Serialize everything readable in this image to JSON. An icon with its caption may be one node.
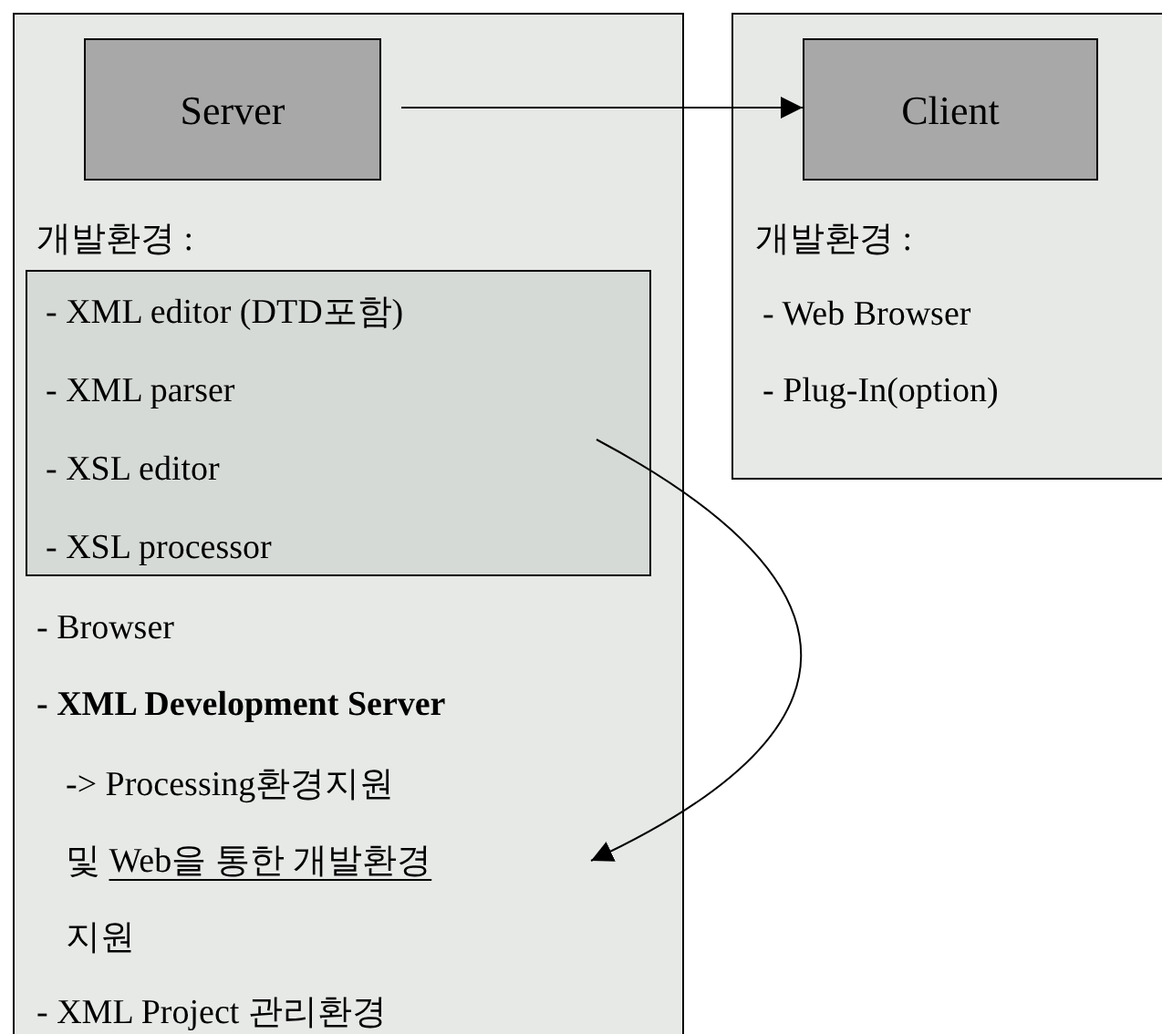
{
  "diagram": {
    "nodes": [
      {
        "text": [
          "개발환경 :",
          "- Browser",
          "- XML Development Server",
          "- XML Project 관리환경"
        ]
      },
      {
        "text": [
          "Server"
        ],
        "in": 0
      },
      {
        "text": [
          "- XML editor (DTD포함)",
          "- XML parser",
          "- XSL editor",
          "- XSL processor"
        ],
        "in": 0
      },
      {
        "text": [
          "-> Processing환경지원",
          "및",
          "Web을 통한 개발환경",
          "지원"
        ],
        "in": 0
      },
      {
        "text": [
          "개발환경 :",
          "- Web Browser",
          "- Plug-In(option)"
        ]
      },
      {
        "text": [
          "Client"
        ],
        "in": 4
      }
    ],
    "edges": [
      {
        "from": 1,
        "to": 5,
        "arrow": "to"
      },
      {
        "from": 2,
        "to": 3,
        "arrow": "to"
      }
    ]
  }
}
